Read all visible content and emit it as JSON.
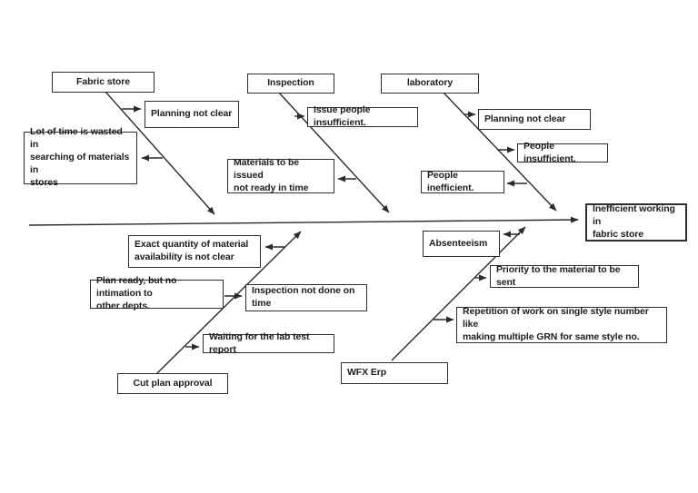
{
  "colors": {
    "ink": "#2b2b2b",
    "background": "#ffffff"
  },
  "diagram": {
    "type": "fishbone",
    "effect": "Inefficient working in\nfabric store",
    "branches": [
      {
        "name": "Fabric store",
        "causes": [
          "Planning not clear",
          "Lot of time is wasted in\nsearching of materials in\nstores"
        ]
      },
      {
        "name": "Inspection",
        "causes": [
          "Issue people insufficient.",
          "Materials to be issued\nnot ready in time"
        ]
      },
      {
        "name": "laboratory",
        "causes": [
          "Planning not clear",
          "People insufficient.",
          "People inefficient."
        ]
      },
      {
        "name": "Cut plan approval",
        "causes": [
          "Exact quantity of material\navailability is not clear",
          "Plan ready, but no intimation to\nother depts.",
          "Inspection not done on time",
          "Waiting for the lab test report"
        ]
      },
      {
        "name": "WFX Erp",
        "causes": [
          "Absenteeism",
          "Priority to the material to be sent",
          "Repetition of work on single style number like\nmaking multiple GRN for same style no."
        ]
      }
    ]
  }
}
